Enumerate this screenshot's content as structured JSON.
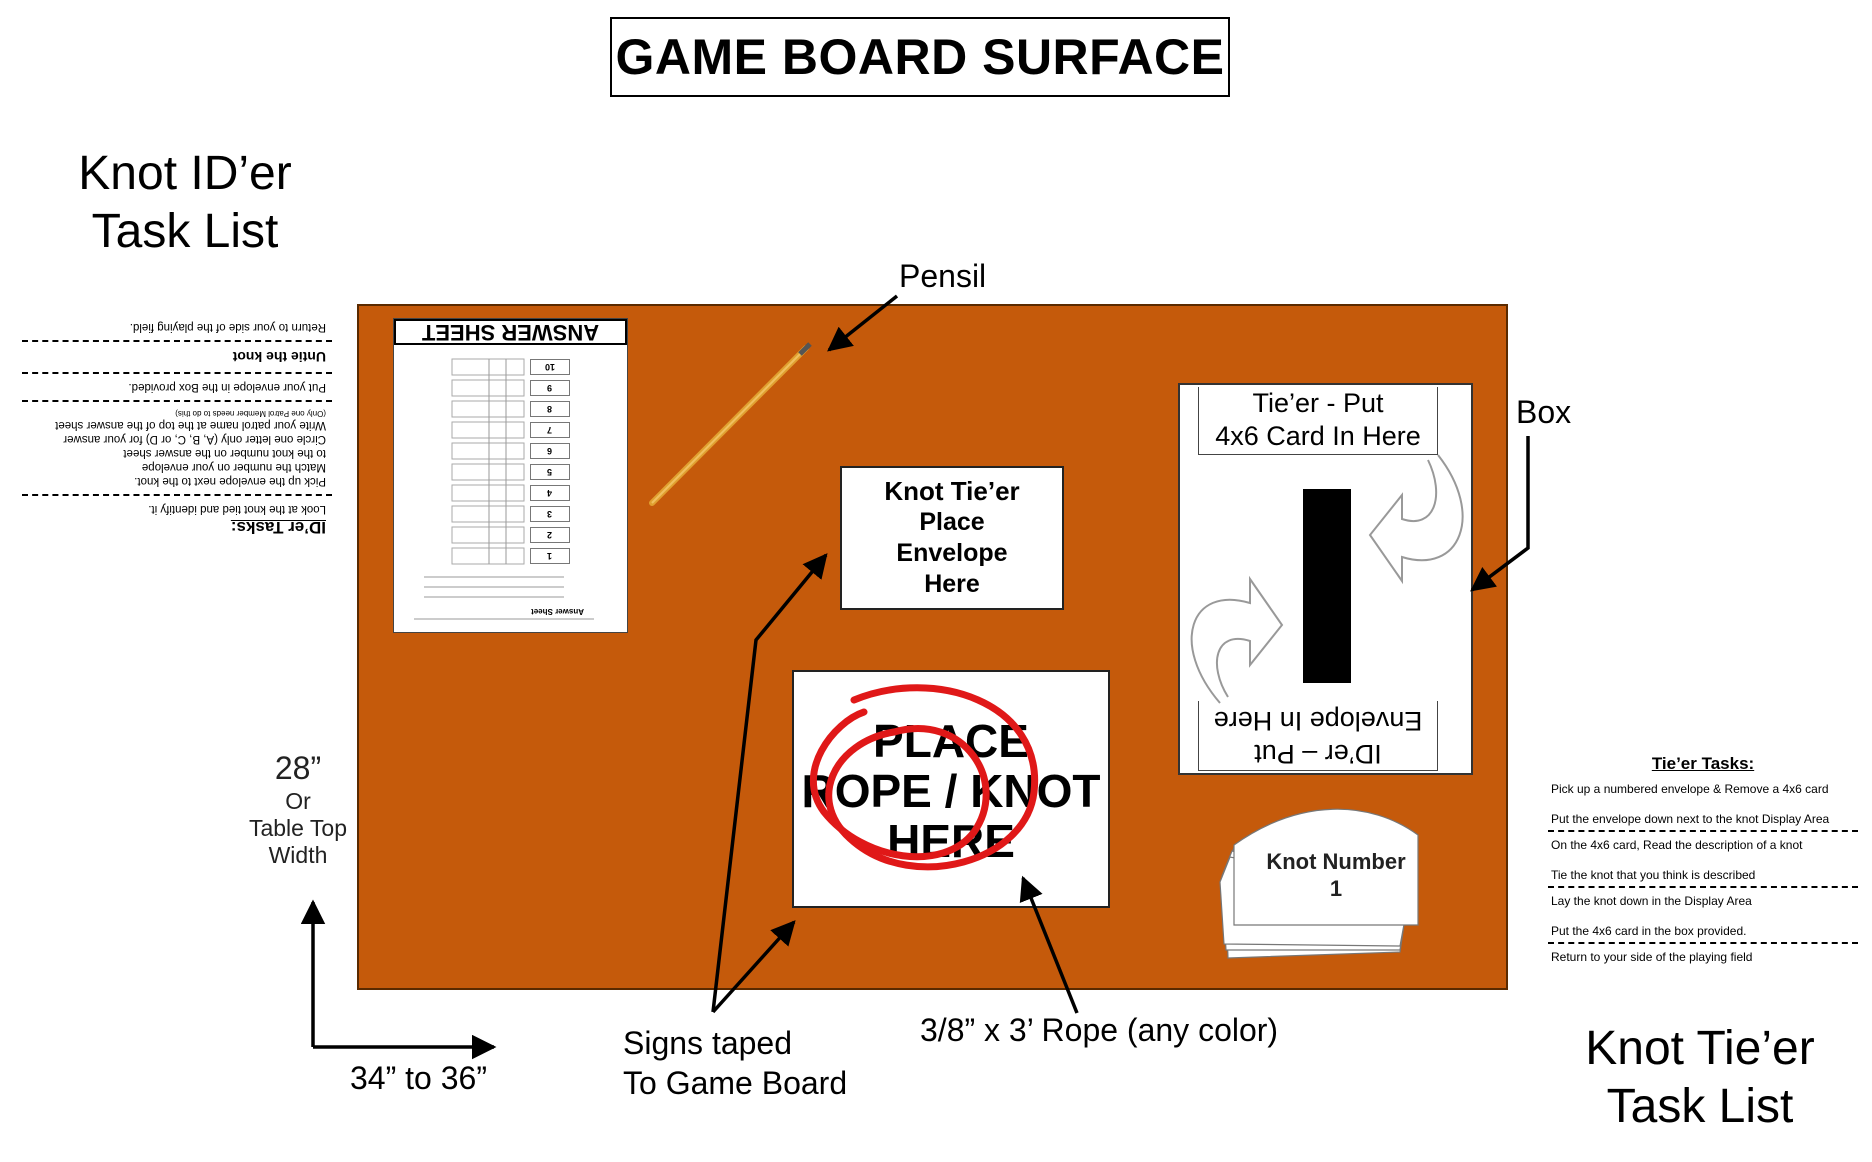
{
  "title": "GAME BOARD SURFACE",
  "captions": {
    "ider_task_list": [
      "Knot ID’er",
      "Task List"
    ],
    "tier_task_list": [
      "Knot Tie’er",
      "Task List"
    ],
    "pensil": "Pensil",
    "box": "Box",
    "signs_taped": [
      "Signs taped",
      "To Game Board"
    ],
    "rope": "3/8” x 3’ Rope (any color)"
  },
  "dimensions": {
    "height": [
      "28”",
      "Or",
      "Table Top",
      "Width"
    ],
    "width": "34” to 36”"
  },
  "board": {
    "color": "#c55a0b",
    "answer_sheet": {
      "title": "ANSWER SHEET",
      "subtitle": "Answer Sheet",
      "numbers": [
        "1",
        "2",
        "3",
        "4",
        "5",
        "6",
        "7",
        "8",
        "9",
        "10"
      ]
    },
    "envelope_sign": [
      "Knot Tie’er",
      "Place",
      "Envelope",
      "Here"
    ],
    "rope_sign": [
      "PLACE",
      "ROPE / KNOT",
      "HERE"
    ],
    "box_labels": {
      "top": [
        "Tie’er - Put",
        "4x6 Card In Here"
      ],
      "bottom": [
        "ID’er – Put",
        "Envelope In Here"
      ]
    },
    "card_label": [
      "Knot Number",
      "1"
    ]
  },
  "ider_tasks": {
    "heading": "ID’er Tasks:",
    "items": [
      "Look at the knot tied and identify it.",
      "Pick up the envelope next to the knot.",
      "Match the number on your envelope",
      "to the knot number on the answer sheet",
      "Circle one letter only (A, B, C, or D) for your answer",
      "Write your patrol name at the top of the answer sheet",
      "(Only one Patrol Member needs to do this)",
      "Put your envelope in the Box provided.",
      "Untie the knot",
      "Return to your side of the playing field."
    ]
  },
  "tier_tasks": {
    "heading": "Tie’er Tasks:",
    "items": [
      "Pick up a numbered envelope & Remove a 4x6 card",
      "Put the envelope down next to the knot Display Area",
      "On the 4x6 card, Read the description of a knot",
      "Tie the knot that you think is described",
      "Lay the knot down in the Display Area",
      "Put the 4x6 card in the box provided.",
      "Return to your side of the playing field"
    ]
  }
}
